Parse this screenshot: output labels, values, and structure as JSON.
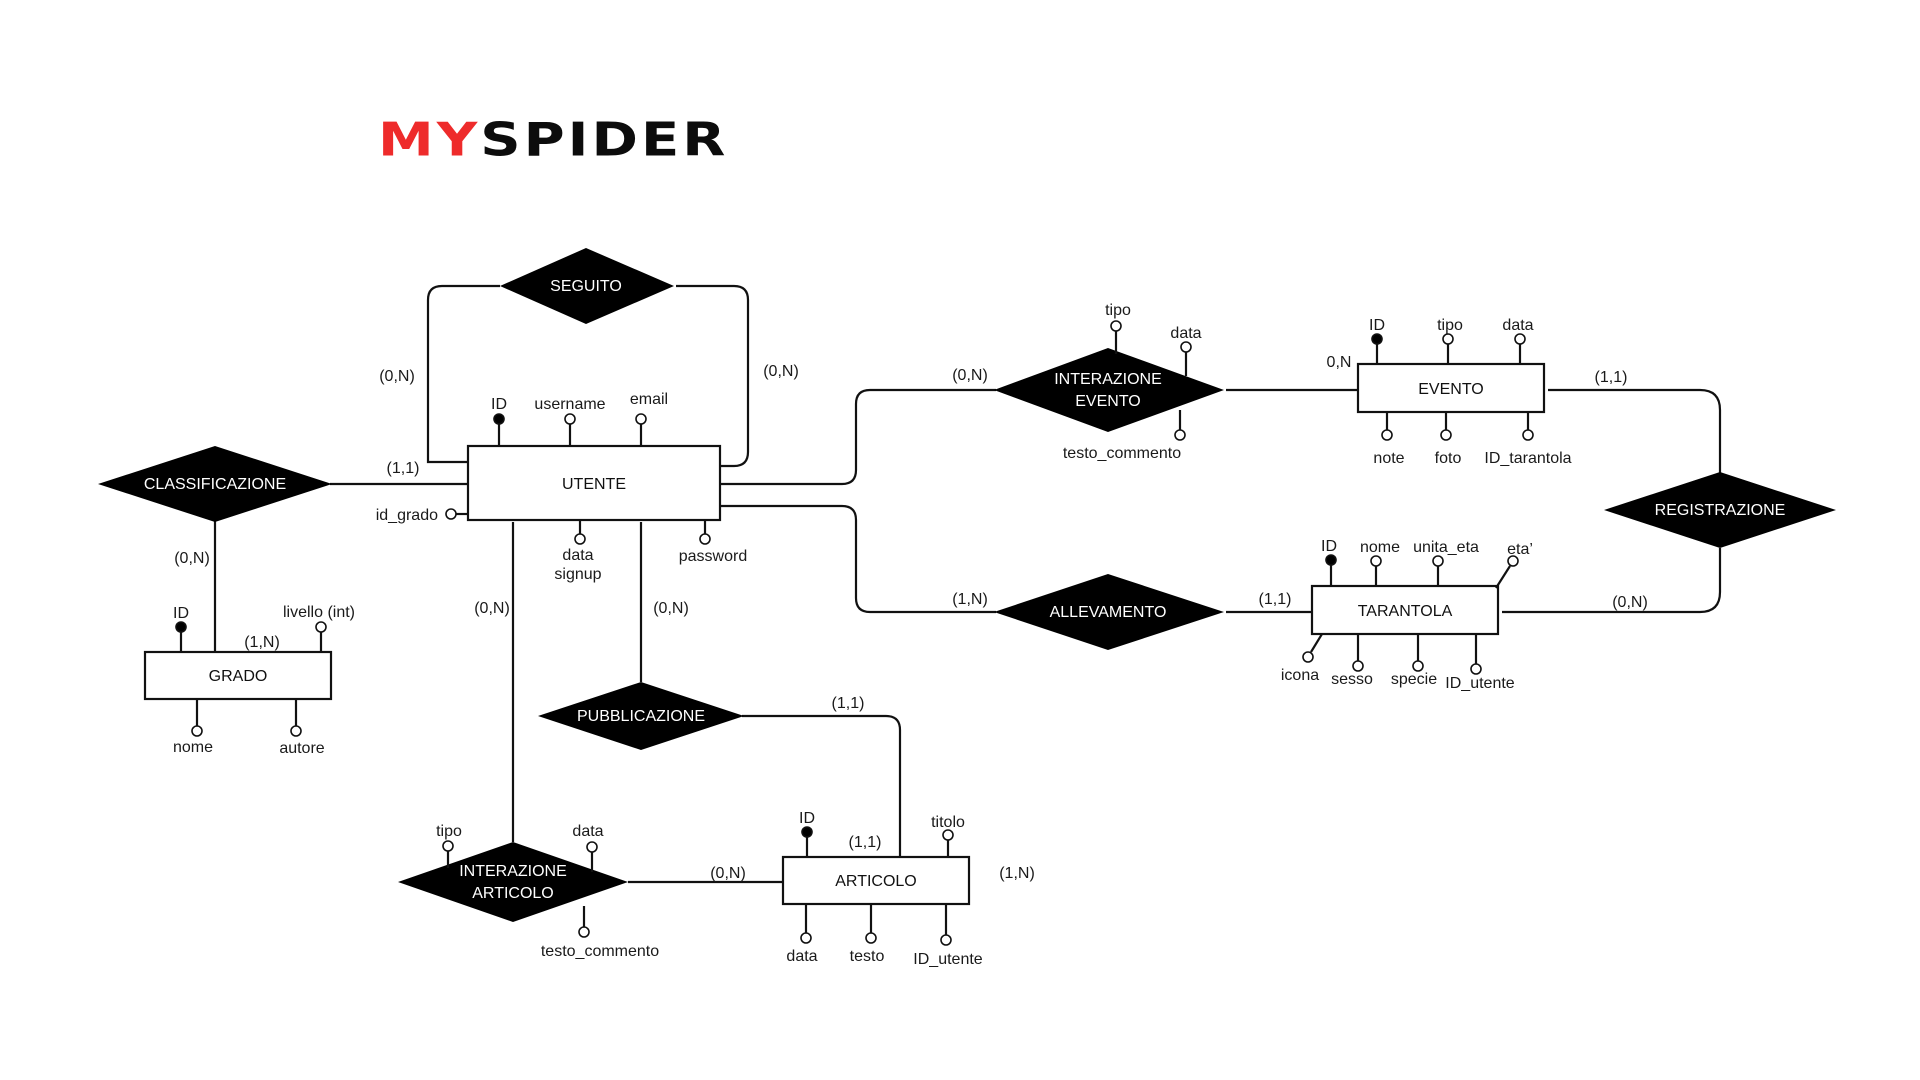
{
  "logo": {
    "part1": "MY",
    "part2": "SPIDER",
    "part1_color": "#ee2b2b",
    "part2_color": "#0c0c0c"
  },
  "entities": {
    "utente": "UTENTE",
    "evento": "EVENTO",
    "tarantola": "TARANTOLA",
    "grado": "GRADO",
    "articolo": "ARTICOLO"
  },
  "relationships": {
    "seguito": [
      "SEGUITO"
    ],
    "classificazione": [
      "CLASSIFICAZIONE"
    ],
    "interazione_evento": [
      "INTERAZIONE",
      "EVENTO"
    ],
    "registrazione": [
      "REGISTRAZIONE"
    ],
    "allevamento": [
      "ALLEVAMENTO"
    ],
    "pubblicazione": [
      "PUBBLICAZIONE"
    ],
    "interazione_articolo": [
      "INTERAZIONE",
      "ARTICOLO"
    ]
  },
  "attributes": {
    "utente": {
      "id": "ID",
      "username": "username",
      "email": "email",
      "id_grado": "id_grado",
      "data_signup": [
        "data",
        "signup"
      ],
      "password": "password"
    },
    "interazione_evento": {
      "tipo": "tipo",
      "data": "data",
      "testo_commento": "testo_commento"
    },
    "evento": {
      "id": "ID",
      "tipo": "tipo",
      "data": "data",
      "note": "note",
      "foto": "foto",
      "id_tarantola": "ID_tarantola"
    },
    "tarantola": {
      "id": "ID",
      "nome": "nome",
      "unita_eta": "unita_eta",
      "eta": "eta’",
      "icona": "icona",
      "sesso": "sesso",
      "specie": "specie",
      "id_utente": "ID_utente"
    },
    "grado": {
      "id": "ID",
      "livello": "livello (int)",
      "nome": "nome",
      "autore": "autore"
    },
    "articolo": {
      "id": "ID",
      "titolo": "titolo",
      "data": "data",
      "testo": "testo",
      "id_utente": "ID_utente"
    },
    "interazione_articolo": {
      "tipo": "tipo",
      "data": "data",
      "testo_commento": "testo_commento"
    }
  },
  "cardinalities": {
    "seguito_left": "(0,N)",
    "seguito_right": "(0,N)",
    "utente_classificazione": "(1,1)",
    "classificazione_grado": "(0,N)",
    "grado_classificazione": "(1,N)",
    "utente_interazione_evento": "(0,N)",
    "evento_interazione_evento": "0,N",
    "evento_registrazione": "(1,1)",
    "tarantola_registrazione": "(0,N)",
    "utente_allevamento": "(1,N)",
    "tarantola_allevamento": "(1,1)",
    "utente_interazione_articolo": "(0,N)",
    "utente_pubblicazione": "(0,N)",
    "articolo_pubblicazione": "(1,1)",
    "articolo_interazione_articolo": "(0,N)",
    "articolo_id_card": "(1,1)",
    "articolo_right": "(1,N)"
  }
}
